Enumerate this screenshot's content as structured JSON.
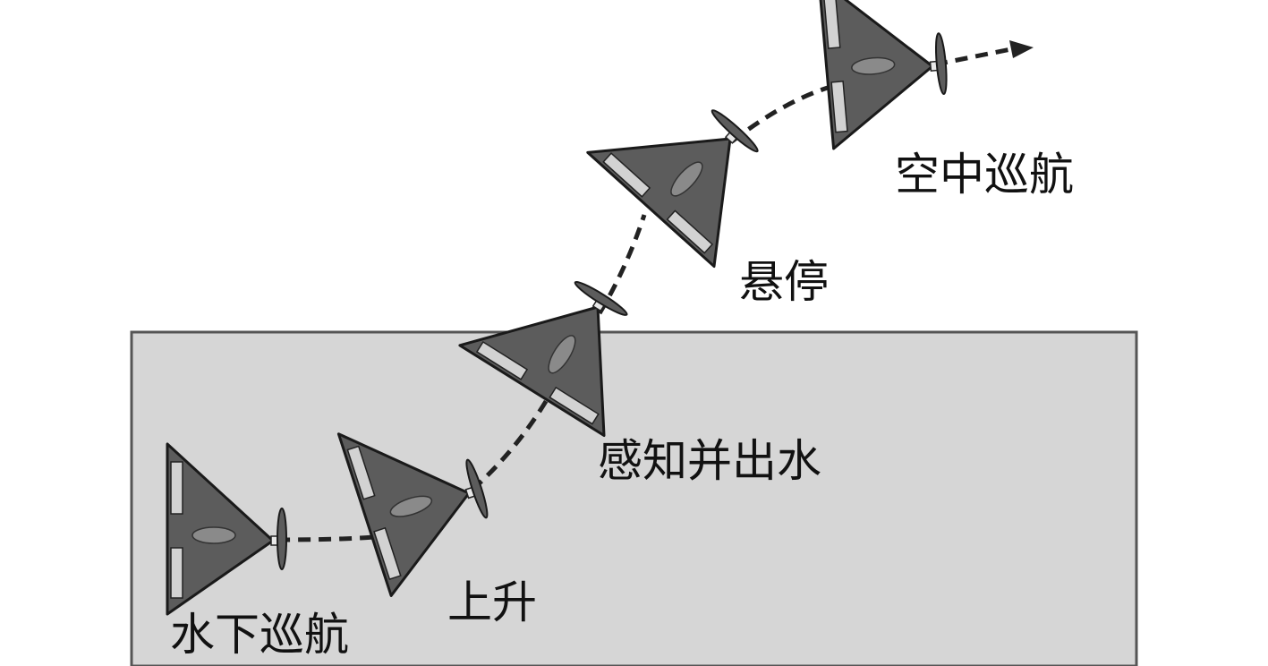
{
  "diagram": {
    "stages": [
      {
        "id": "underwater-cruise",
        "label": "水下巡航"
      },
      {
        "id": "ascend",
        "label": "上升"
      },
      {
        "id": "sense-exit-water",
        "label": "感知并出水"
      },
      {
        "id": "hover",
        "label": "悬停"
      },
      {
        "id": "air-cruise",
        "label": "空中巡航"
      }
    ],
    "colors": {
      "water": "#d6d6d6",
      "water_border": "#555555",
      "vehicle_body": "#5c5c5c",
      "vehicle_outline": "#1a1a1a",
      "pod": "#8a8a8a",
      "panel": "#d2d2d2",
      "path": "#222222",
      "text": "#111111"
    }
  }
}
